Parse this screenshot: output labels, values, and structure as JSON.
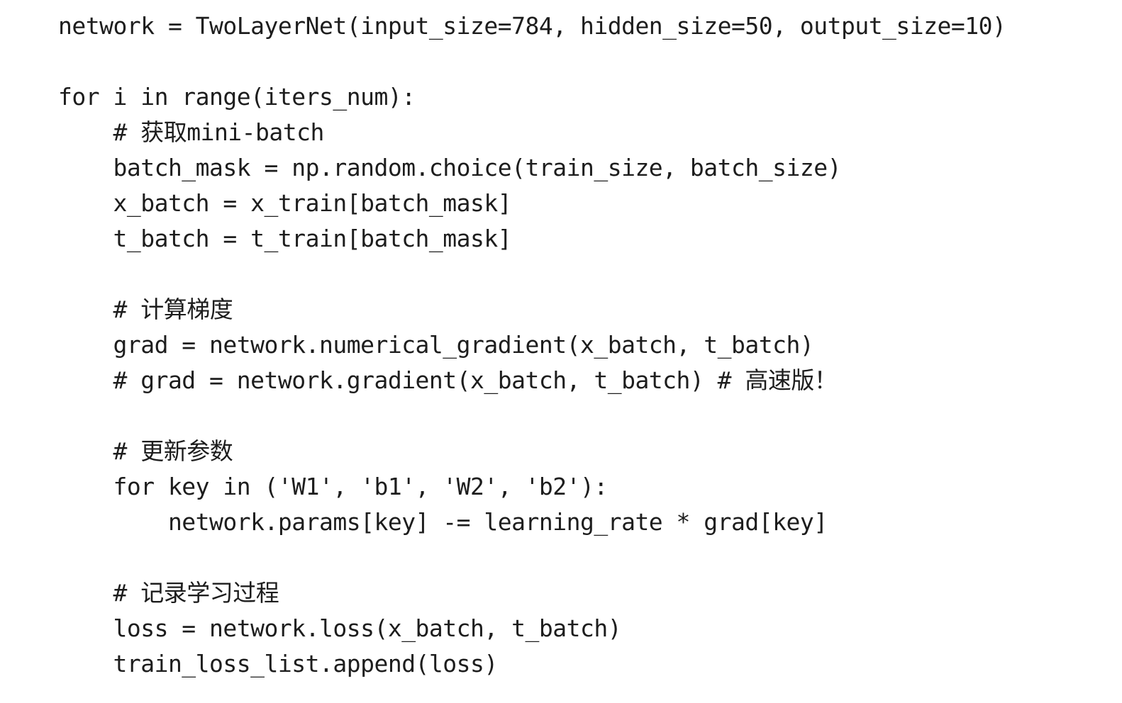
{
  "code": {
    "text_color": "#1d1d1d",
    "background_color": "#ffffff",
    "lines": [
      "network = TwoLayerNet(input_size=784, hidden_size=50, output_size=10)",
      "",
      "for i in range(iters_num):",
      "    # 获取mini-batch",
      "    batch_mask = np.random.choice(train_size, batch_size)",
      "    x_batch = x_train[batch_mask]",
      "    t_batch = t_train[batch_mask]",
      "",
      "    # 计算梯度",
      "    grad = network.numerical_gradient(x_batch, t_batch)",
      "    # grad = network.gradient(x_batch, t_batch) # 高速版！",
      "",
      "    # 更新参数",
      "    for key in ('W1', 'b1', 'W2', 'b2'):",
      "        network.params[key] -= learning_rate * grad[key]",
      "",
      "    # 记录学习过程",
      "    loss = network.loss(x_batch, t_batch)",
      "    train_loss_list.append(loss)"
    ]
  }
}
